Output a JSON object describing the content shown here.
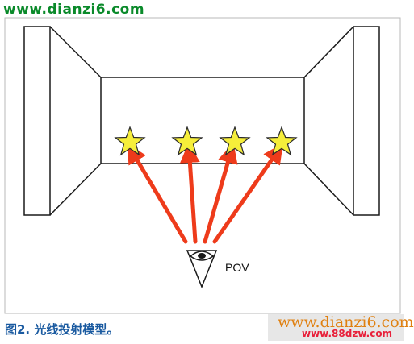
{
  "watermark_top": "www.dianzi6.com",
  "caption": "图2. 光线投射模型。",
  "watermark_bottom": {
    "line1": "www.dianzi6.com",
    "line2": "www.88dzw.com"
  },
  "pov_label": "POV",
  "colors": {
    "ray": "#ee3b1b",
    "star_fill": "#f6ee3a",
    "star_stroke": "#2b2b2b",
    "wall": "#1a1a1a",
    "caption": "#1a5aa0",
    "watermark_green": "#0a8a2a"
  }
}
